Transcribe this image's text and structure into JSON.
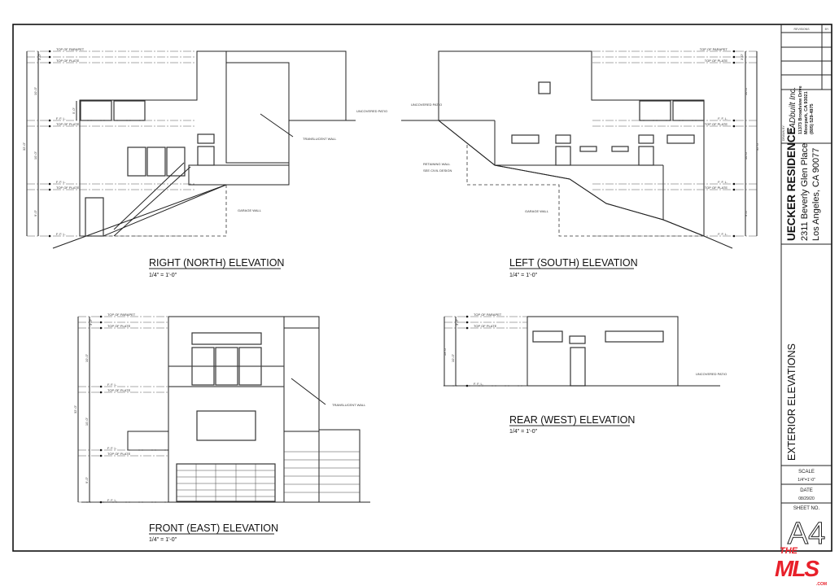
{
  "sheet": {
    "revisions_label": "REVISIONS",
    "by_label": "BY",
    "drawn_by_label": "DRAWN BY:",
    "firm_name": "CADbuilt Inc.",
    "firm_address1": "11373 Broadview Drive",
    "firm_address2": "Moorpark, CA 93021",
    "firm_phone": "(805) 529-4975",
    "project_name": "UECKER RESIDENCE",
    "project_address1": "2311 Beverly Glen Place",
    "project_address2": "Los Angeles, CA  90077",
    "sheet_title": "EXTERIOR ELEVATIONS",
    "scale_label": "SCALE",
    "scale_value": "1/4\"=1'-0\"",
    "date_label": "DATE",
    "date_value": "08/29/20",
    "sheet_no_label": "SHEET NO.",
    "sheet_no": "A4"
  },
  "watermark": {
    "text": "THE MLS .COM",
    "color": "#e8202a"
  },
  "levels": {
    "parapet": "TOP OF PARAPET",
    "plate": "TOP OF PLATE",
    "ffl": "F. F. L."
  },
  "notes": {
    "translucent_wall": "TRANSLUCENT WALL",
    "garage_wall": "GARAGE WALL",
    "uncovered_patio": "UNCOVERED PATIO",
    "retaining_wall_1": "RETAINING WALL",
    "retaining_wall_2": "SEE CIVIL DESIGN"
  },
  "dimensions": {
    "parapet": "3'-0\"",
    "story_upper": "10'-0\"",
    "story_mid": "10'-0\"",
    "story_low": "9'-0\"",
    "overall": "32'-0\"",
    "rear_overall": "13'-0\"",
    "window": "5'-0\"",
    "window_tag": "8'"
  },
  "elevations": [
    {
      "title": "RIGHT (NORTH) ELEVATION",
      "scale": "1/4\" = 1'-0\""
    },
    {
      "title": "LEFT (SOUTH) ELEVATION",
      "scale": "1/4\" = 1'-0\""
    },
    {
      "title": "FRONT (EAST) ELEVATION",
      "scale": "1/4\" = 1'-0\""
    },
    {
      "title": "REAR (WEST) ELEVATION",
      "scale": "1/4\" = 1'-0\""
    }
  ]
}
